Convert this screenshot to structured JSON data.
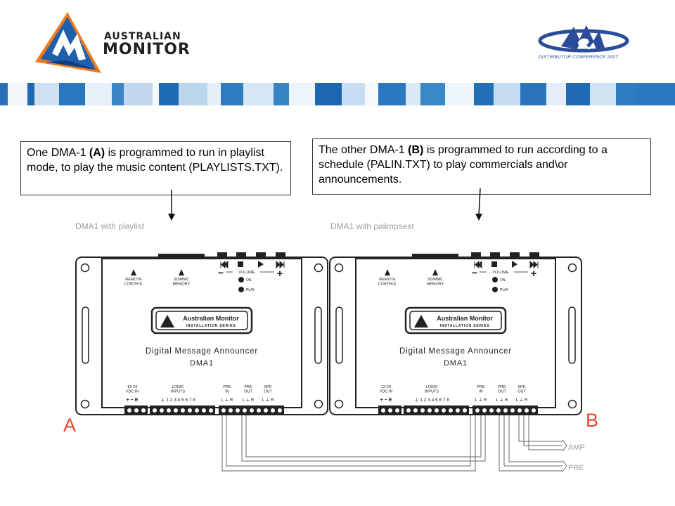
{
  "header": {
    "logo_line1": "AUSTRALIAN",
    "logo_line2": "MONITOR",
    "conference_text": "DISTRIBUTOR CONFERENCE 2007"
  },
  "callouts": {
    "a": {
      "pre": "One DMA-1 ",
      "bold": "(A)",
      "post": " is programmed to run in playlist mode, to play the music content (PLAYLISTS.TXT)."
    },
    "b": {
      "pre": "The other DMA-1 ",
      "bold": "(B)",
      "post": " is programmed to run according to a schedule (PALIN.TXT) to play commercials and\\or announcements."
    }
  },
  "diagram": {
    "caption_a": "DMA1 with playlist",
    "caption_b": "DMA1 with palimpsest",
    "letter_a": "A",
    "letter_b": "B",
    "output_amp": "AMP",
    "output_pre": "PRE",
    "device": {
      "remote_control": "REMOTE\nCONTROL",
      "memory": "SD/MMC\nMEMORY",
      "volume": "VOLUME",
      "on": "ON",
      "play": "PLAY",
      "badge_brand": "Australian Monitor",
      "badge_series": "INSTALLATION SERIES",
      "product_name": "Digital Message Announcer",
      "model": "DMA1",
      "vdc_in": "12-24\nVDC IN",
      "logic_inputs": "LOGIC\nINPUTS",
      "pre_in": "PRE\nIN",
      "pre_out": "PRE\nOUT",
      "spk_out": "SPK\nOUT",
      "vdc_pins": "+  −  E",
      "logic_pins": "⏚ 1 2 3 4 5 6 7 8",
      "pre_in_pins": "L ⏚ R",
      "pre_out_pins": "L ⏚ R",
      "spk_pins": "L ⏚ R"
    }
  }
}
